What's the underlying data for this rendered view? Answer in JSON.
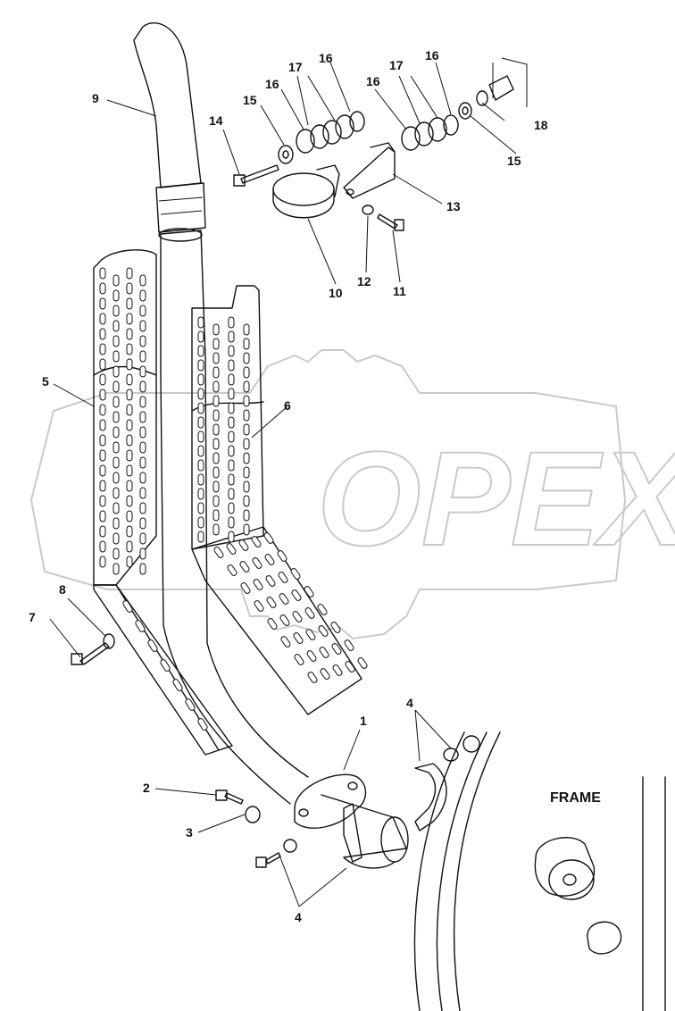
{
  "watermark": {
    "text": "OPEX"
  },
  "frame_label": "FRAME",
  "callouts": {
    "c1": "1",
    "c2": "2",
    "c3": "3",
    "c4a": "4",
    "c4b": "4",
    "c5": "5",
    "c6": "6",
    "c7": "7",
    "c8": "8",
    "c9": "9",
    "c10": "10",
    "c11": "11",
    "c12": "12",
    "c13": "13",
    "c14": "14",
    "c15a": "15",
    "c15b": "15",
    "c16a": "16",
    "c16b": "16",
    "c16c": "16",
    "c16d": "16",
    "c17a": "17",
    "c17b": "17",
    "c18": "18"
  }
}
